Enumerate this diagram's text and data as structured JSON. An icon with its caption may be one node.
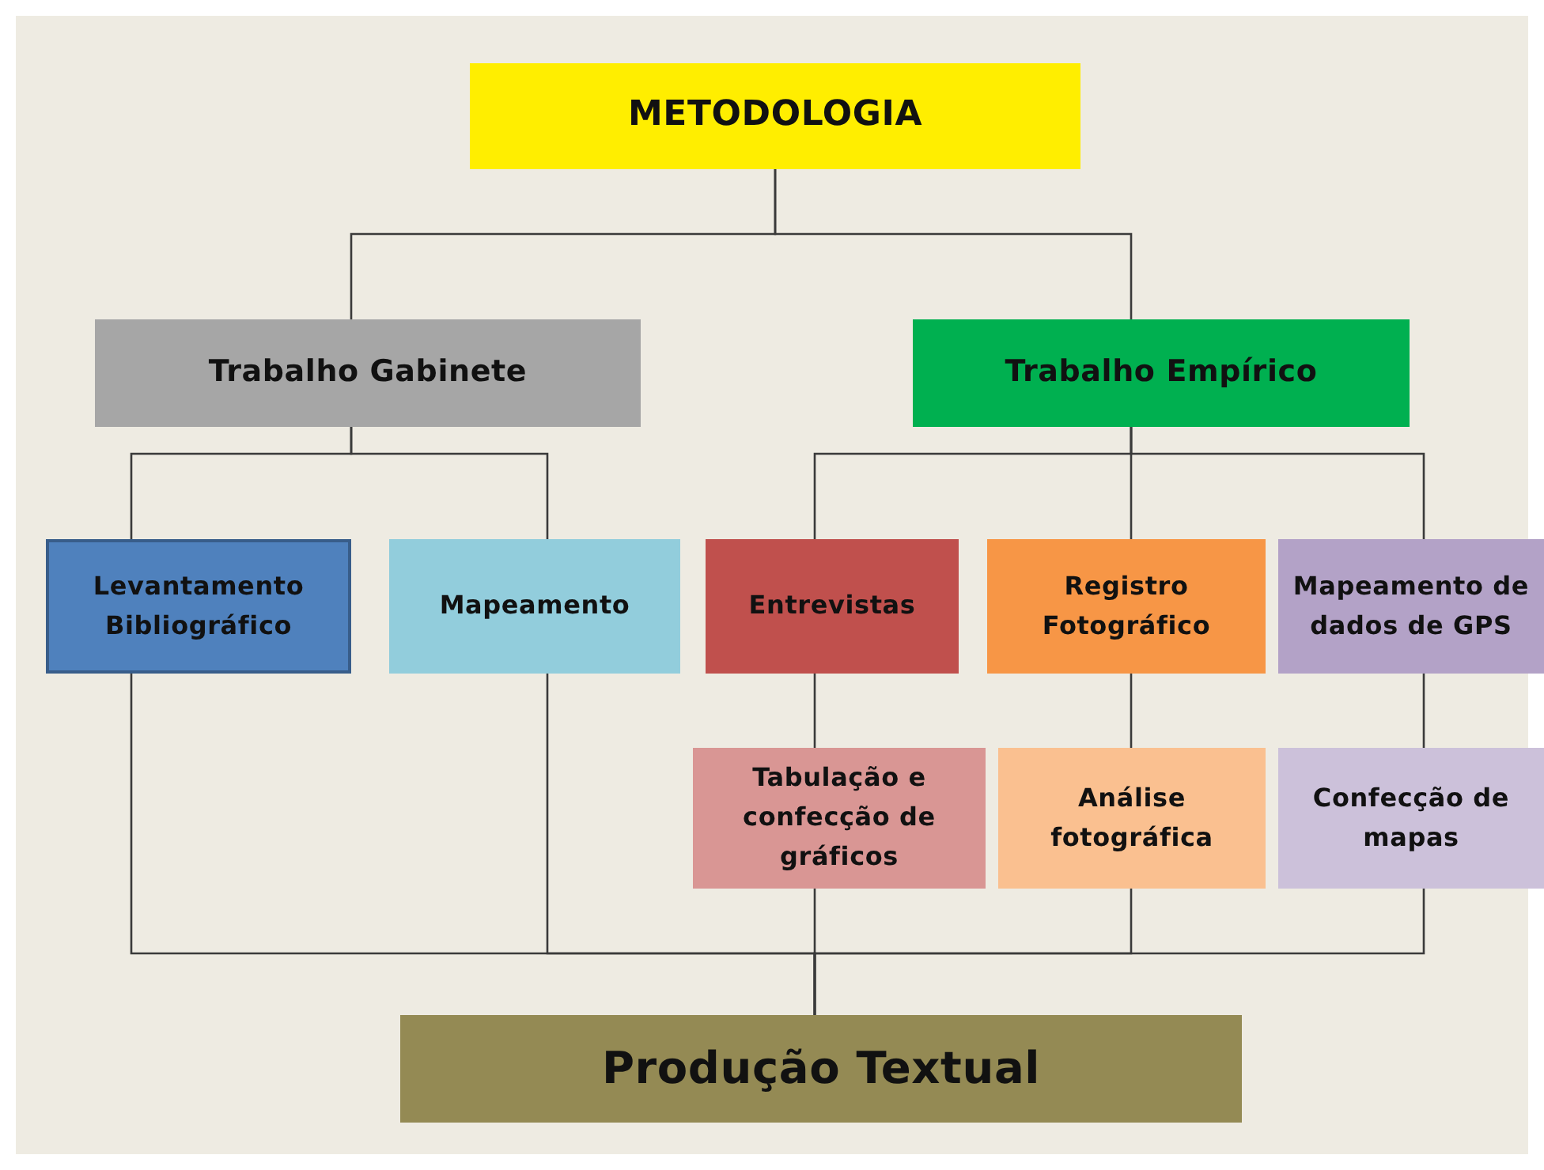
{
  "diagram": {
    "nodes": [
      {
        "text": [
          "METODOLOGIA"
        ]
      },
      {
        "text": [
          "Trabalho Gabinete"
        ]
      },
      {
        "text": [
          "Trabalho Empírico"
        ]
      },
      {
        "text": [
          "Levantamento Bibliográfico"
        ]
      },
      {
        "text": [
          "Mapeamento"
        ]
      },
      {
        "text": [
          "Entrevistas"
        ]
      },
      {
        "text": [
          "Registro Fotográfico"
        ]
      },
      {
        "text": [
          "Mapeamento de dados de GPS"
        ]
      },
      {
        "text": [
          "Tabulação e confecção de gráficos"
        ]
      },
      {
        "text": [
          "Análise fotográfica"
        ]
      },
      {
        "text": [
          "Confecção de mapas"
        ]
      },
      {
        "text": [
          "Produção Textual"
        ]
      }
    ],
    "edges": [
      {
        "from": 0,
        "to": 1,
        "arrow": "none"
      },
      {
        "from": 0,
        "to": 2,
        "arrow": "none"
      },
      {
        "from": 1,
        "to": 3,
        "arrow": "none"
      },
      {
        "from": 1,
        "to": 4,
        "arrow": "none"
      },
      {
        "from": 2,
        "to": 5,
        "arrow": "none"
      },
      {
        "from": 2,
        "to": 6,
        "arrow": "none"
      },
      {
        "from": 2,
        "to": 7,
        "arrow": "none"
      },
      {
        "from": 5,
        "to": 8,
        "arrow": "none"
      },
      {
        "from": 6,
        "to": 9,
        "arrow": "none"
      },
      {
        "from": 7,
        "to": 10,
        "arrow": "none"
      },
      {
        "from": 3,
        "to": 11,
        "arrow": "none"
      },
      {
        "from": 4,
        "to": 11,
        "arrow": "none"
      },
      {
        "from": 8,
        "to": 11,
        "arrow": "none"
      },
      {
        "from": 9,
        "to": 11,
        "arrow": "none"
      },
      {
        "from": 10,
        "to": 11,
        "arrow": "none"
      }
    ]
  }
}
